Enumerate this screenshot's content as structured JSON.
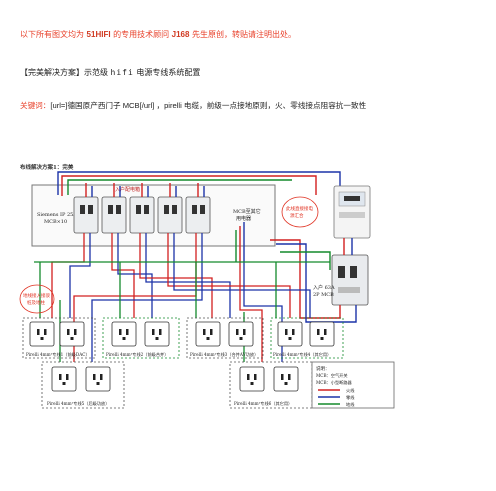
{
  "notice": {
    "text_before": "以下所有图文均为",
    "brand": "51HIFI",
    "text_mid": "的专用技术顾问",
    "author": "J168",
    "text_after": "先生原创，转贴请注明出处。"
  },
  "heading": {
    "prefix": "【完美解决方案】示范级",
    "mono": "hifi",
    "suffix": "电源专线系统配置"
  },
  "keywords": {
    "label": "关键词：",
    "text": "[url=]德国原产西门子 MCB[/url] ，pirelli 电缆，前级一点接地原则，火、零线接点阻容抗一致性"
  },
  "diagram": {
    "scheme_title": "布线解决方案1：完美",
    "panel_label": "入户配电箱",
    "siemens_label_1": "Siemens IP 25A",
    "siemens_label_2": "MCB×10",
    "mcb_note_1": "MCB至其它",
    "mcb_note_2": "用电器",
    "meter_note_1": "此线直接接电",
    "meter_note_2": "源汇合",
    "main_label_1": "入户 63A",
    "main_label_2": "2P MCB",
    "ground_note_1": "地线接入接驳",
    "ground_note_2": "桩及地柱",
    "outlet_labels": [
      "Pirelli 4mm²专线1（前级DAC）",
      "Pirelli 4mm²专线2（前级合并）",
      "Pirelli 4mm²专线3（合并AV功放）",
      "Pirelli 4mm²专线4（其它用）",
      "Pirelli 4mm²专线5（后级功放）",
      "Pirelli 4mm²专线6（其它用）"
    ],
    "legend": {
      "title": "说明：",
      "items": [
        "MCB：空气开关",
        "MCB：小型断路器",
        "火线",
        "零线",
        "地线"
      ]
    },
    "colors": {
      "live": "#d22020",
      "neutral": "#1c33a8",
      "ground": "#148a2c",
      "note": "#e03020"
    }
  }
}
